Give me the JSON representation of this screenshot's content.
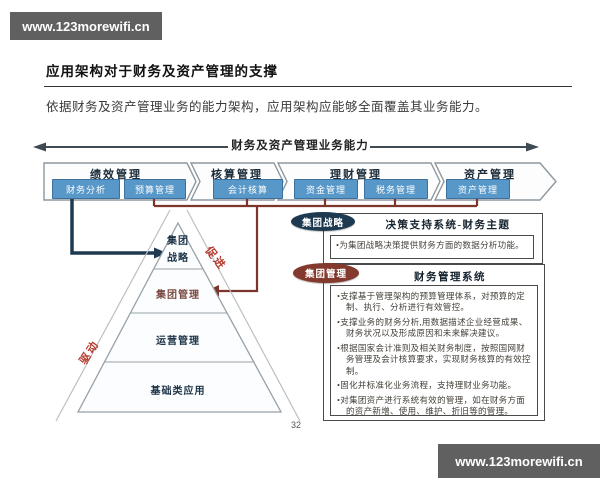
{
  "watermarks": {
    "top_left": "www.123morewifi.cn",
    "bottom_right": "www.123morewifi.cn"
  },
  "header": {
    "title": "应用架构对于财务及资产管理的支撑",
    "subtitle": "依据财务及资产管理业务的能力架构，应用架构应能够全面覆盖其业务能力。"
  },
  "banner": {
    "label": "财务及资产管理业务能力"
  },
  "capabilities": {
    "groups": [
      {
        "label": "绩效管理",
        "items": [
          "财务分析",
          "预算管理"
        ]
      },
      {
        "label": "核算管理",
        "items": [
          "会计核算"
        ]
      },
      {
        "label": "理财管理",
        "items": [
          "资金管理",
          "税务管理"
        ]
      },
      {
        "label": "资产管理",
        "items": [
          "资产管理"
        ]
      }
    ]
  },
  "pyramid": {
    "levels": [
      {
        "lines": [
          "集团",
          "战略"
        ]
      },
      {
        "label": "集团管理"
      },
      {
        "label": "运营管理"
      },
      {
        "label": "基础类应用"
      }
    ],
    "left_label": "驱动",
    "right_label": "促进"
  },
  "sections": [
    {
      "tag": "集团战略",
      "heading": "决策支持系统-财务主题",
      "bullets": [
        "为集团战略决策提供财务方面的数据分析功能。"
      ]
    },
    {
      "tag": "集团管理",
      "heading": "财务管理系统",
      "bullets": [
        "支撑基于管理架构的预算管理体系，对预算的定制、执行、分析进行有效管控。",
        "支撑业务的财务分析,用数据描述企业经营成果、财务状况以及形成原因和未来解决建议。",
        "根据国家会计准则及相关财务制度，按照国网财务管理及会计核算要求，实现财务核算的有效控制。",
        "固化并标准化业务流程，支持理财业务功能。",
        "对集团资产进行系统有效的管理，如在财务方面的资产新增、使用、维护、折旧等的管理。"
      ]
    }
  ],
  "footer": {
    "page_number": "32"
  },
  "colors": {
    "capability_box": "#5898c8",
    "navy_arrow": "#1f3a50",
    "maroon_arrow": "#7d352b",
    "red_rotated_label": "#b63a2e",
    "watermark_bg": "#606060"
  }
}
